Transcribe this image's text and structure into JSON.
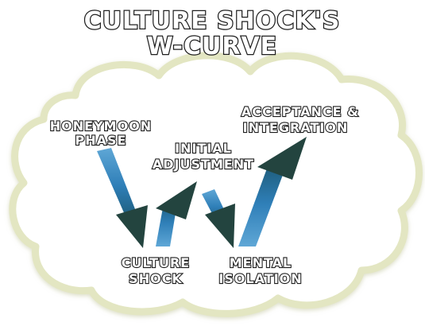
{
  "title": {
    "line1": "CULTURE SHOCK'S",
    "line2": "W-CURVE"
  },
  "stages": [
    {
      "line1": "HONEYMOON",
      "line2": "PHASE"
    },
    {
      "line1": "CULTURE",
      "line2": "SHOCK"
    },
    {
      "line1": "INITIAL",
      "line2": "ADJUSTMENT"
    },
    {
      "line1": "MENTAL",
      "line2": "ISOLATION"
    },
    {
      "line1": "ACCEPTANCE &",
      "line2": "INTEGRATION"
    }
  ],
  "colors": {
    "cloud_fill": "#ffffff",
    "cloud_outline": "#e3e6c2",
    "arrow_light": "#5fa7d6",
    "arrow_mid": "#2f7fb8",
    "arrow_dark": "#1f5f7f",
    "arrow_head": "#23443f",
    "text_fill": "#ffffff",
    "text_stroke": "#1e1e1e"
  },
  "icons": {
    "cloud": "cloud-shape",
    "arrows": "w-curve-arrows"
  }
}
